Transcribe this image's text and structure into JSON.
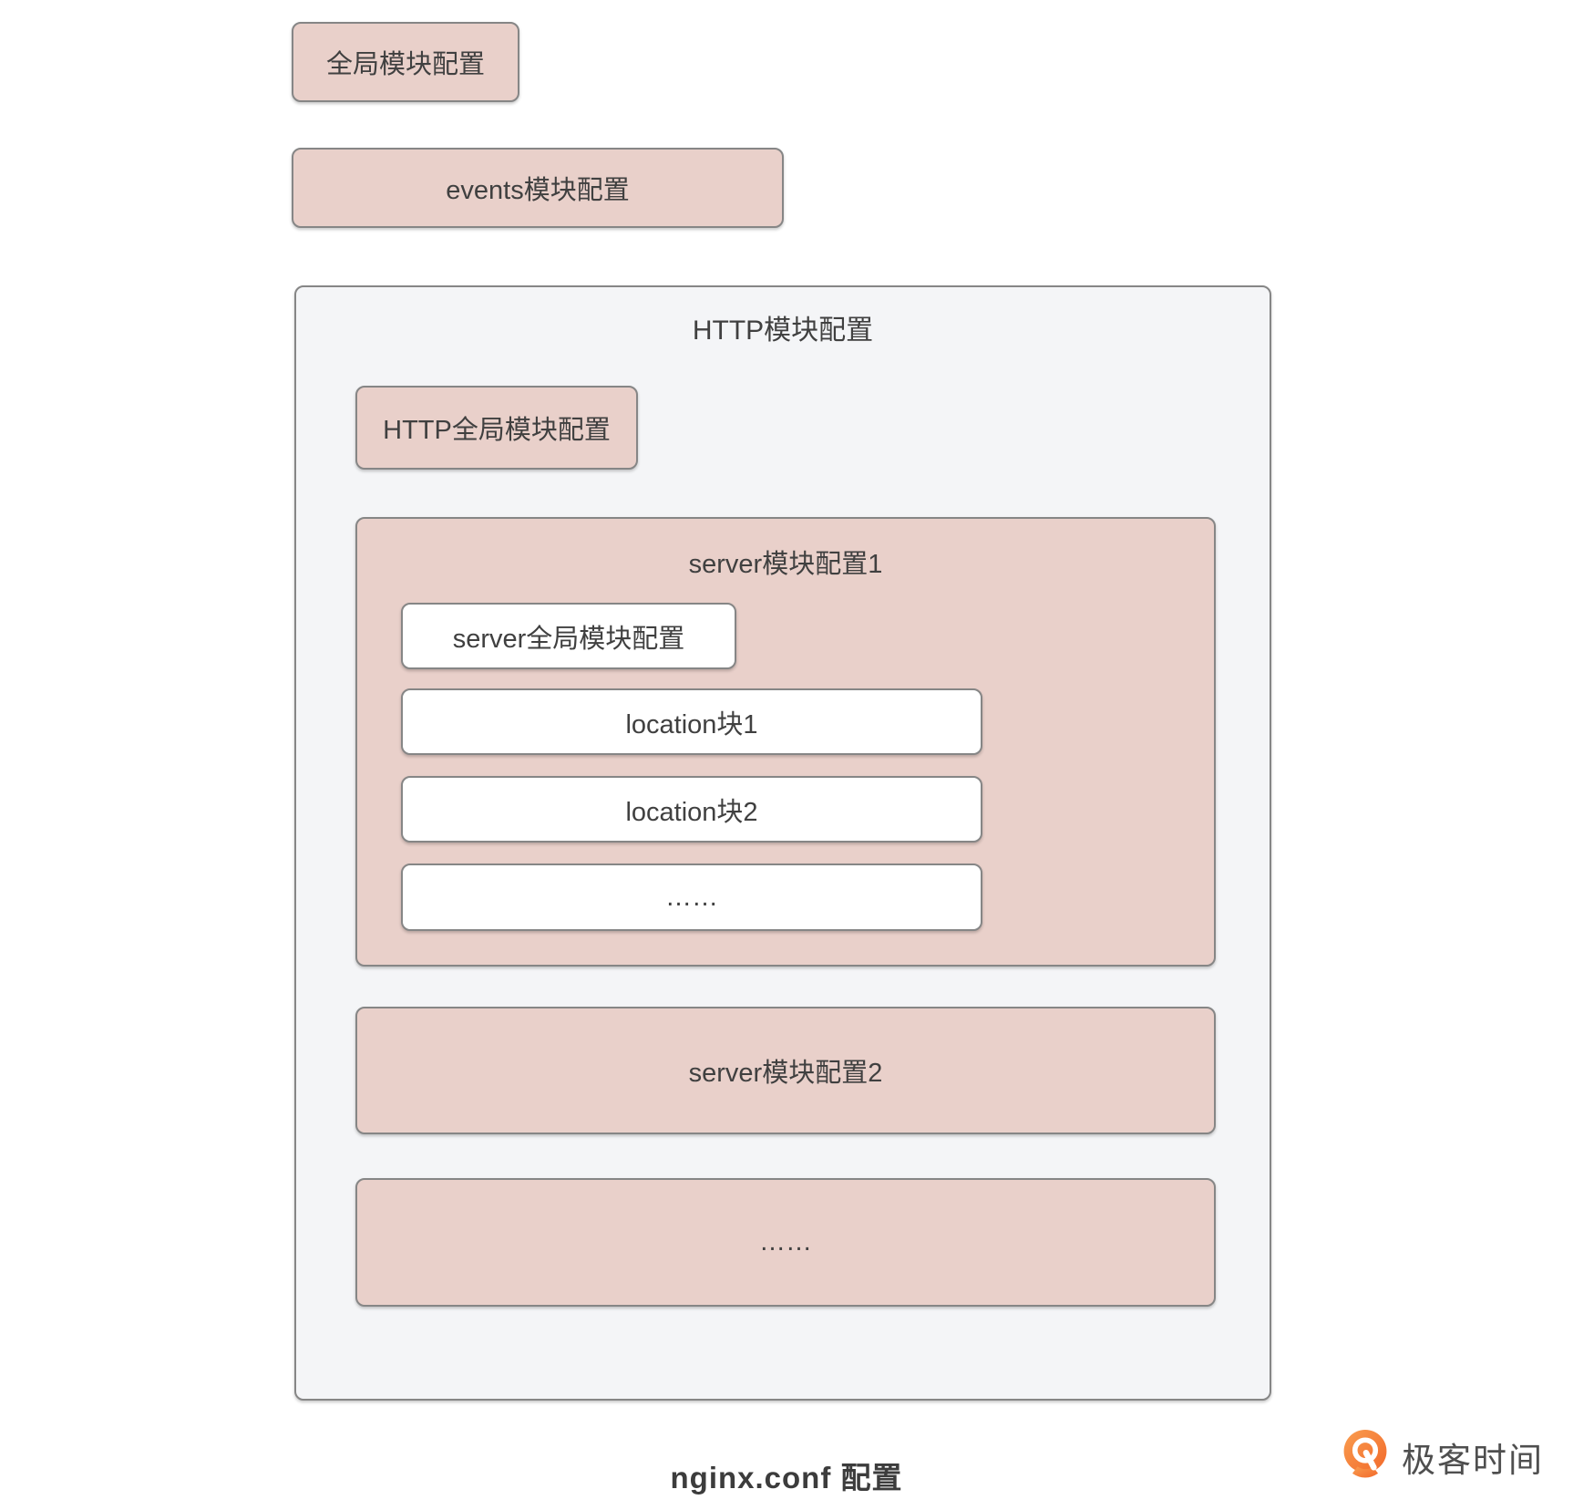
{
  "diagram": {
    "caption": "nginx.conf 配置",
    "boxes": {
      "global": "全局模块配置",
      "events": "events模块配置"
    },
    "http": {
      "title": "HTTP模块配置",
      "http_global": "HTTP全局模块配置",
      "server1": {
        "title": "server模块配置1",
        "server_global": "server全局模块配置",
        "location1": "location块1",
        "location2": "location块2",
        "more": "……"
      },
      "server2": "server模块配置2",
      "more": "……"
    }
  },
  "branding": {
    "logo_text": "极客时间"
  },
  "colors": {
    "pink-fill": "#e9d0ca",
    "panel-fill": "#f4f5f7",
    "box-border": "#868686",
    "text": "#404040",
    "logo-orange": "#f2692b",
    "logo-orange-light": "#f99d4f",
    "logo-text": "#4f4f4f"
  }
}
